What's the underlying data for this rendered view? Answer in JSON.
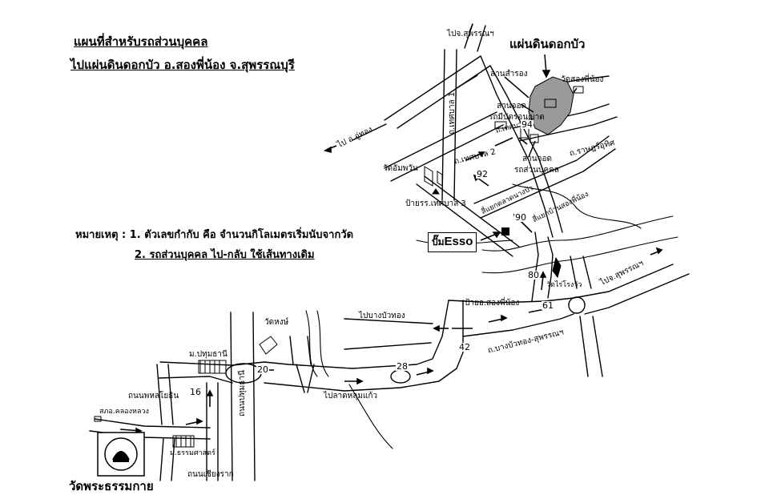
{
  "title": {
    "line1": "แผนที่สำหรับรถส่วนบุคคล",
    "line2": "ไปแผ่นดินดอกบัว อ.สองพี่น้อง จ.สุพรรณบุรี"
  },
  "notes": {
    "line1": "หมายเหตุ : 1. ตัวเลขกำกับ คือ จำนวนกิโลเมตรเริ่มนับจากวัด",
    "line2": "2. รถส่วนบุคคล ไป-กลับ ใช้เส้นทางเดิม"
  },
  "destination": {
    "name": "แผ่นดินดอกบัว",
    "wat_song_phi_nong": "วัดสองพี่น้อง",
    "lan_samrong": "ลานสำรอง",
    "permit_bus_parking_1": "ลานจอด",
    "permit_bus_parking_2": "รถมีบัตรอนุญาต",
    "private_car_parking_1": "ลานจอด",
    "private_car_parking_2": "รถส่วนบุคคล"
  },
  "labels": {
    "to_suphan_top": "ไปจ.สุพรรณฯ",
    "to_u_thong": "ไป อ.อู่ทอง",
    "thesaban_1": "ถ.เทศบาล 1",
    "thesaban_2": "ถ.เทศบาล 2",
    "thesaban_2_sign": "ถ.เทศบาล 2",
    "ratsadon": "ถ.ราษฎร์อุทิศ",
    "wat_ampawan": "วัดอัมพวัน",
    "police_sign": "ป้ายรร.เทศบาล 3",
    "market": "สี่แยกตลาดนางบัว",
    "samyaek": "สี่แยกบ้านสองพี่น้อง",
    "esso_prefix": "ปั๊ม",
    "esso_brand": "Esso",
    "wat_rai_ngio": "วัดไร่โรงวัว",
    "sign_song_phi_nong": "ป้ายอ.สองพี่น้อง",
    "to_suphan_right": "ไปจ.สุพรรณฯ",
    "to_bang_bua_thong": "ไปบางบัวทอง",
    "bang_bua_thong_road": "ถ.บางบัวทอง-สุพรรณฯ",
    "wat_hong": "วัดหงษ์",
    "to_lat_lum_kaeo": "ไปลาดหลุมแก้ว",
    "uni_pathum": "ม.ปทุมธานี",
    "road_ratchaphruek": "ถนนพหลโยธิน",
    "khlong_luang": "สภอ.คลองหลวง",
    "uni_thammasat": "ม.ธรรมศาสตร์",
    "road_chiang_rak": "ถนนเชียงราก",
    "road_rangsit": "ถนนปทุมธานี",
    "wat_name": "วัดพระธรรมกาย"
  },
  "km_markers": [
    "16",
    "20",
    "28",
    "42",
    "61",
    "80",
    "90",
    "92",
    "94"
  ],
  "colors": {
    "road": "#000000",
    "lotus_area": "#9a9a9a",
    "background": "#ffffff"
  }
}
